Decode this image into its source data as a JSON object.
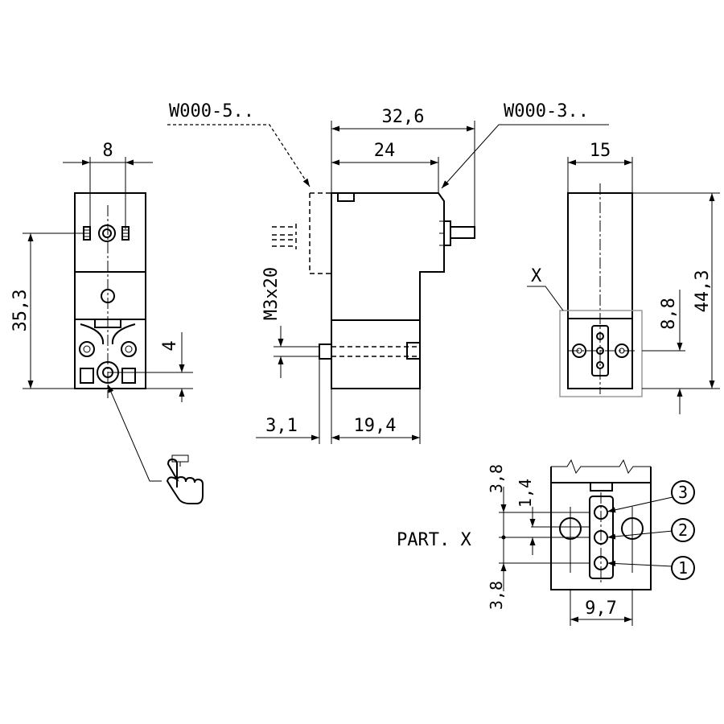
{
  "labels": {
    "part_ref_left": "W000-5..",
    "part_ref_right": "W000-3..",
    "thread": "M3x20",
    "detail_marker": "X",
    "detail_title": "PART. X"
  },
  "dimensions": {
    "front_width": "8",
    "front_height": "35,3",
    "front_small": "4",
    "side_total_length": "32,6",
    "side_body_length": "24",
    "side_offset": "3,1",
    "side_base_length": "19,4",
    "back_width": "15",
    "back_height": "44,3",
    "back_port_height": "8,8",
    "detail_top": "3,8",
    "detail_pitch": "1,4",
    "detail_bottom": "3,8",
    "detail_width": "9,7"
  },
  "ports": [
    "3",
    "2",
    "1"
  ]
}
